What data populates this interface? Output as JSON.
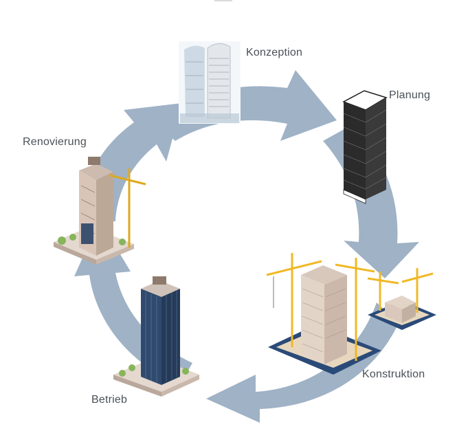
{
  "diagram": {
    "stages": [
      {
        "id": "konzeption",
        "label": "Konzeption"
      },
      {
        "id": "planung",
        "label": "Planung"
      },
      {
        "id": "konstruktion",
        "label": "Konstruktion"
      },
      {
        "id": "betrieb",
        "label": "Betrieb"
      },
      {
        "id": "renovierung",
        "label": "Renovierung"
      }
    ]
  },
  "colors": {
    "cycle_arrow": "#9fb2c6",
    "background": "#ffffff",
    "label_text": "#4a5058",
    "crane": "#f0b826",
    "tower_dark": "#263548",
    "facade_beige": "#d9c5b8",
    "lawn": "#86b55a",
    "site_blue": "#2a4a78"
  }
}
